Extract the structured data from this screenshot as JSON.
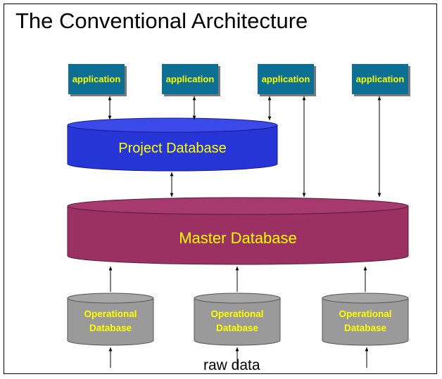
{
  "title": "The Conventional Architecture",
  "applications": [
    "application",
    "application",
    "application",
    "application"
  ],
  "project_db": {
    "label": "Project Database"
  },
  "master_db": {
    "label": "Master Database"
  },
  "operational_dbs": [
    {
      "line1": "Operational",
      "line2": "Database"
    },
    {
      "line1": "Operational",
      "line2": "Database"
    },
    {
      "line1": "Operational",
      "line2": "Database"
    }
  ],
  "raw_data_label": "raw data",
  "colors": {
    "application": "#0d6f93",
    "project_db": "#2636d6",
    "master_db": "#9b3062",
    "operational_db": "#9a9a9a",
    "label_text": "#ffff00"
  }
}
